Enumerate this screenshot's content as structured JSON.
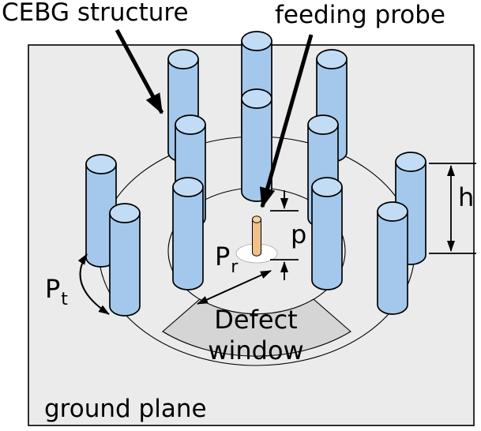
{
  "labels": {
    "cebg": "CEBG structure",
    "feeding_probe": "feeding probe",
    "h": "h",
    "p": "p",
    "p_radial": "P",
    "p_radial_sub": "r",
    "p_tangential": "P",
    "p_tangential_sub": "t",
    "defect_line1": "Defect",
    "defect_line2": "window",
    "ground_plane": "ground plane"
  },
  "colors": {
    "ground_plane": "#ebebeb",
    "defect_window": "#d5d5d5",
    "cylinder_body": "#a4c8ec",
    "cylinder_top": "#c3dcf5",
    "probe_body": "#f0c08a",
    "probe_top": "#f6d2a0",
    "outline": "#000000"
  },
  "structure": {
    "cylinder_count": 12,
    "rings": 2,
    "probe_count": 1
  }
}
